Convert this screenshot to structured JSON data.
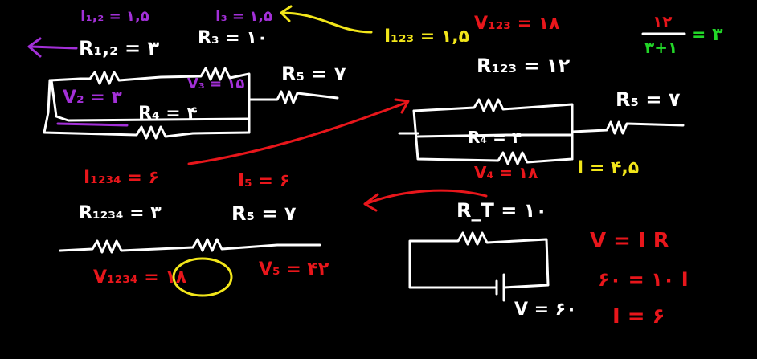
{
  "colors": {
    "background": "#000000",
    "chalk": "#ffffff",
    "red": "#e8161b",
    "purple": "#a330d8",
    "green": "#22d628",
    "yellow": "#f2e61a"
  },
  "labels": {
    "i12": "I₁,₂ = ۱,۵",
    "i3": "I₃ = ۱,۵",
    "r12": "R₁,₂ = ۳",
    "r3": "R₃ = ۱۰",
    "v3": "V₃ = ۱۵",
    "v2": "V₂ = ۳",
    "r4": "R₄ = ۴",
    "r5_left": "R₅ = ۷",
    "i123": "I₁₂₃ = ۱,۵",
    "v123": "V₁₂₃ = ۱۸",
    "r123": "R₁₂₃ = ۱۲",
    "frac_num": "۱۲",
    "frac_den": "۳+۱",
    "frac_eq": "= ۳",
    "r5_right": "R₅ = ۷",
    "r4_mid": "R₄ = ۴",
    "v4": "V₄ = ۱۸",
    "i_right": "I = ۴,۵",
    "i1234": "I₁₂₃₄ = ۶",
    "i5": "I₅ = ۶",
    "r1234": "R₁₂₃₄ = ۳",
    "r5_bottom": "R₅ = ۷",
    "v1234": "V₁₂₃₄ = ۱۸",
    "v5": "V₅ = ۴۲",
    "rt": "R_T = ۱۰",
    "v_source": "V = ۶۰",
    "ohm": "V = I R",
    "ohm_sub": "۶۰ = ۱۰ I",
    "ohm_result": "I = ۶"
  }
}
